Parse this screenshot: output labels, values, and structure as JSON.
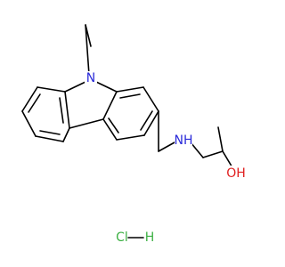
{
  "molecule": {
    "atoms": {
      "ring_nitrogen": "N",
      "amine": "NH",
      "hydroxyl": "OH"
    },
    "salt": {
      "chloride": "Cl",
      "hydrogen": "H"
    },
    "colors": {
      "bond": "#000000",
      "nitrogen": "#2b2bd9",
      "oxygen": "#e02020",
      "chlorine": "#3cb043"
    }
  }
}
